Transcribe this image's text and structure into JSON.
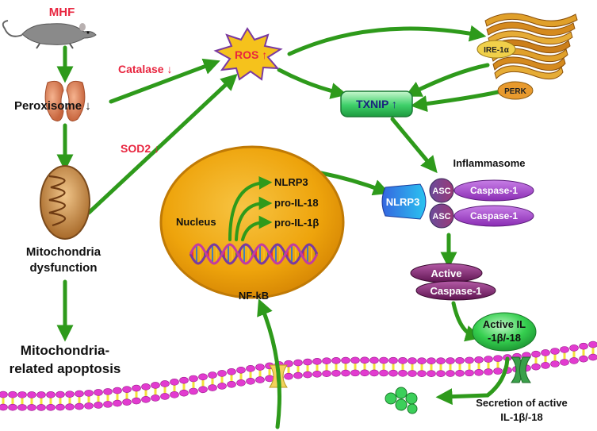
{
  "labels": {
    "mhf": "MHF",
    "catalase": "Catalase",
    "peroxisome": "Peroxisome",
    "sod2": "SOD2",
    "ros": "ROS",
    "ire1a": "IRE-1α",
    "perk": "PERK",
    "txnip": "TXNIP",
    "inflammasome": "Inflammasome",
    "nlrp3_complex": "NLRP3",
    "asc_top": "ASC",
    "asc_bottom": "ASC",
    "caspase1_top": "Caspase-1",
    "caspase1_bottom": "Caspase-1",
    "active_caspase_line1": "Active",
    "active_caspase_line2": "Caspase-1",
    "active_il_line1": "Active IL",
    "active_il_line2": "-1β/-18",
    "nucleus": "Nucleus",
    "nucleus_nlrp3": "NLRP3",
    "pro_il18": "pro-IL-18",
    "pro_il1b": "pro-IL-1β",
    "nfkb": "NF-kB",
    "mito_line1": "Mitochondria",
    "mito_line2": "dysfunction",
    "apoptosis_line1": "Mitochondria-",
    "apoptosis_line2": "related apoptosis",
    "secretion_line1": "Secretion of active",
    "secretion_line2": "IL-1β/-18"
  },
  "colors": {
    "arrow": "#2e9a1b",
    "red_label": "#e8253f",
    "nucleus": "#f1a410",
    "membrane_head": "#e23bd0",
    "membrane_tail": "#f3e23a",
    "ros_star": "#f5c21c",
    "txnip": "#3ed06a",
    "caspase": "#a040c8",
    "active_il": "#35cf4f"
  }
}
